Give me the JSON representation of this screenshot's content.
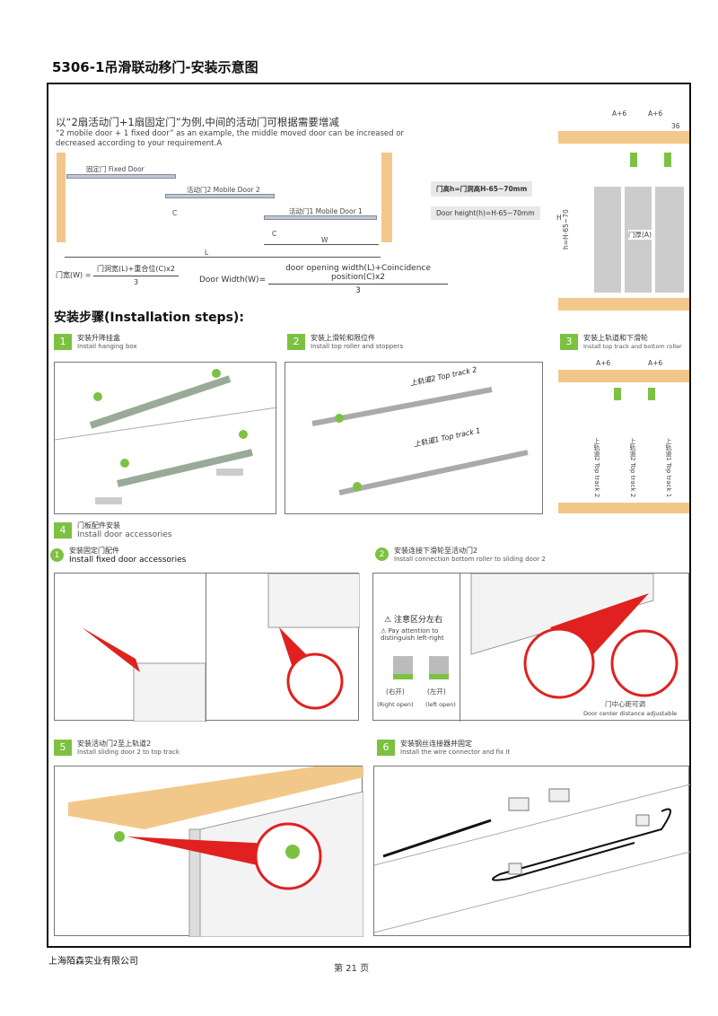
{
  "title": "5306-1吊滑联动移门-安装示意图",
  "intro": {
    "zh": "以“2扇活动门+1扇固定门”为例,中间的活动门可根据需要增减",
    "en": "“2 mobile door + 1 fixed door” as an example, the middle moved door can be increased or decreased according to your requirement.A"
  },
  "plan": {
    "fixed": "固定门 Fixed Door",
    "mobile2": "活动门2 Mobile Door 2",
    "mobile1": "活动门1 Mobile Door 1",
    "c": "C",
    "w": "W",
    "l": "L"
  },
  "height_note": {
    "zh": "门高h=门洞高H-65~70mm",
    "en": "Door height(h)=H-65~70mm"
  },
  "formula": {
    "zh_left": "门宽(W) =",
    "zh_num": "门洞宽(L)+重合位(C)x2",
    "zh_den": "3",
    "en_left": "Door Width(W)=",
    "en_num": "door opening width(L)+Coincidence position(C)x2",
    "en_den": "3"
  },
  "section": {
    "dim1": "A+6",
    "dim2": "A+6",
    "dim3": "36",
    "h": "H",
    "hh": "h=H-65~70",
    "thick": "门厚(A)"
  },
  "steps_heading": "安装步骤(Installation steps):",
  "steps": [
    {
      "n": "1",
      "zh": "安装升降挂盒",
      "en": "Install hanging box"
    },
    {
      "n": "2",
      "zh": "安装上滑轮和限位件",
      "en": "Install top roller and stoppers"
    },
    {
      "n": "3",
      "zh": "安装上轨道和下滑轮",
      "en": "Install top track and bottom roller"
    },
    {
      "n": "4",
      "zh": "门板配件安装",
      "en": "Install door accessories"
    },
    {
      "n": "5",
      "zh": "安装活动门2至上轨道2",
      "en": "Install sliding door 2 to top track"
    },
    {
      "n": "6",
      "zh": "安装钢丝连接器并固定",
      "en": "Install the wire connector and fix it"
    }
  ],
  "step2_labels": {
    "track2": "上轨道2  Top track 2",
    "track1": "上轨道1  Top track 1"
  },
  "step3_labels": {
    "a1": "A+6",
    "a2": "A+6",
    "t2": "上轨道2 Top track 2",
    "t2b": "上轨道2 Top track 2",
    "t1": "上轨道1 Top track 1"
  },
  "sub": [
    {
      "n": "1",
      "zh": "安装固定门配件",
      "en": "Install fixed door accessories"
    },
    {
      "n": "2",
      "zh": "安装连接下滑轮至活动门2",
      "en": "Install connection bottom roller to sliding door 2"
    }
  ],
  "notice": {
    "zh": "注意区分左右",
    "en": "Pay attention to distinguish left-right",
    "right_zh": "(右开)",
    "right_en": "(Right open)",
    "left_zh": "(左开)",
    "left_en": "(left open)",
    "center_zh": "门中心距可调",
    "center_en": "Door center distance adjustable"
  },
  "footer": {
    "company": "上海陌森实业有限公司",
    "page": "第 21 页"
  },
  "colors": {
    "green": "#7dc142",
    "wood": "#f2c88a",
    "red": "#e0211f"
  }
}
